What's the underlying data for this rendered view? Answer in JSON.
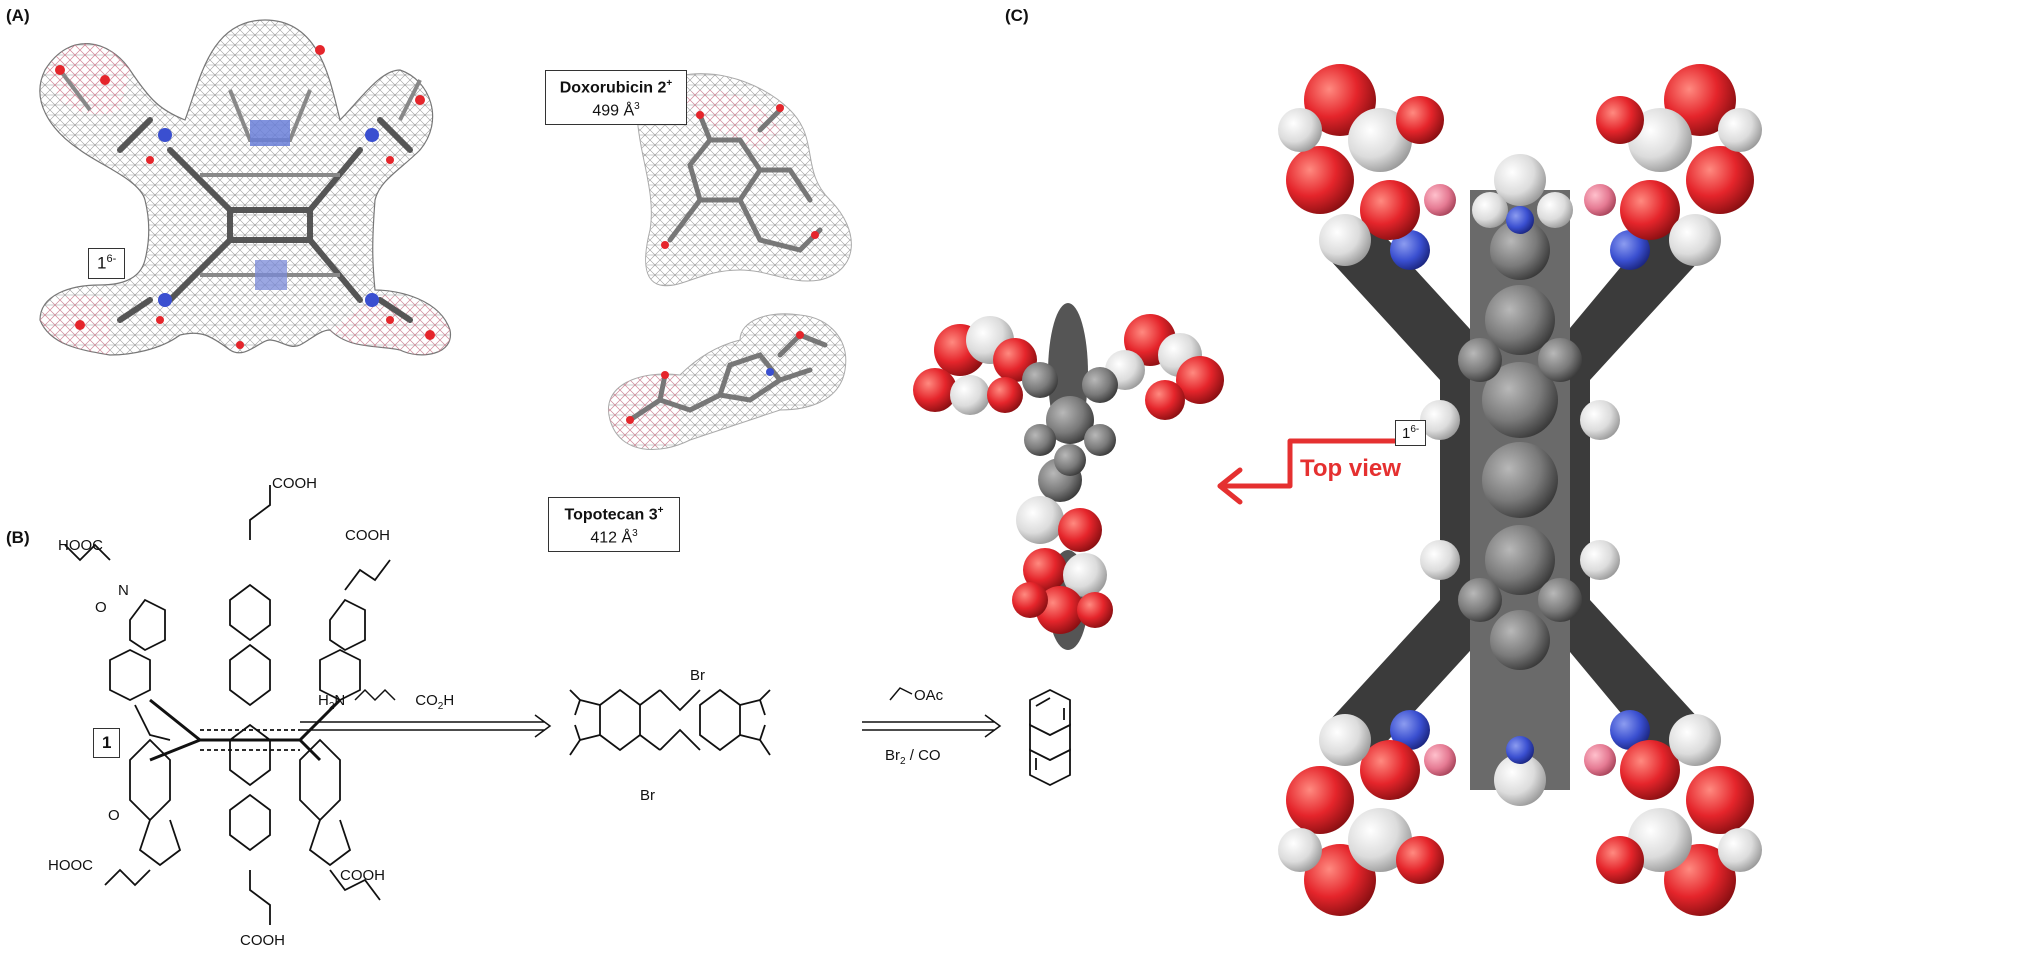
{
  "panels": {
    "a": "(A)",
    "b": "(B)",
    "c": "(C)"
  },
  "compound_1_charged": "1",
  "compound_1_charge": "6-",
  "compound_1": "1",
  "guests": [
    {
      "name": "Doxorubicin 2",
      "charge": "+",
      "volume": "499 Å",
      "volume_exp": "3"
    },
    {
      "name": "Topotecan 3",
      "charge": "+",
      "volume": "412 Å",
      "volume_exp": "3"
    }
  ],
  "top_view": {
    "label": "Top view",
    "compound": "1",
    "charge": "6-"
  },
  "scheme": {
    "reagent1_pre": "H",
    "reagent1_sub": "2",
    "reagent1_mid": "N",
    "reagent1_post": "CO",
    "reagent1_sub2": "2",
    "reagent1_end": "H",
    "reagent2_top": "OAc",
    "reagent2_bottom_pre": "Br",
    "reagent2_bottom_sub": "2",
    "reagent2_bottom_post": " / CO",
    "br": "Br"
  },
  "substituents": [
    "HOOC",
    "COOH",
    "COOH",
    "HOOC",
    "COOH",
    "COOH"
  ],
  "atoms": [
    "O",
    "N",
    "O"
  ],
  "colors": {
    "oxygen": "#e5252b",
    "nitrogen": "#3a4fd0",
    "carbon": "#4a4a4a",
    "hydrogen": "#e8e8e8",
    "mesh_pink": "#e57a93",
    "arrow": "#e53030"
  }
}
